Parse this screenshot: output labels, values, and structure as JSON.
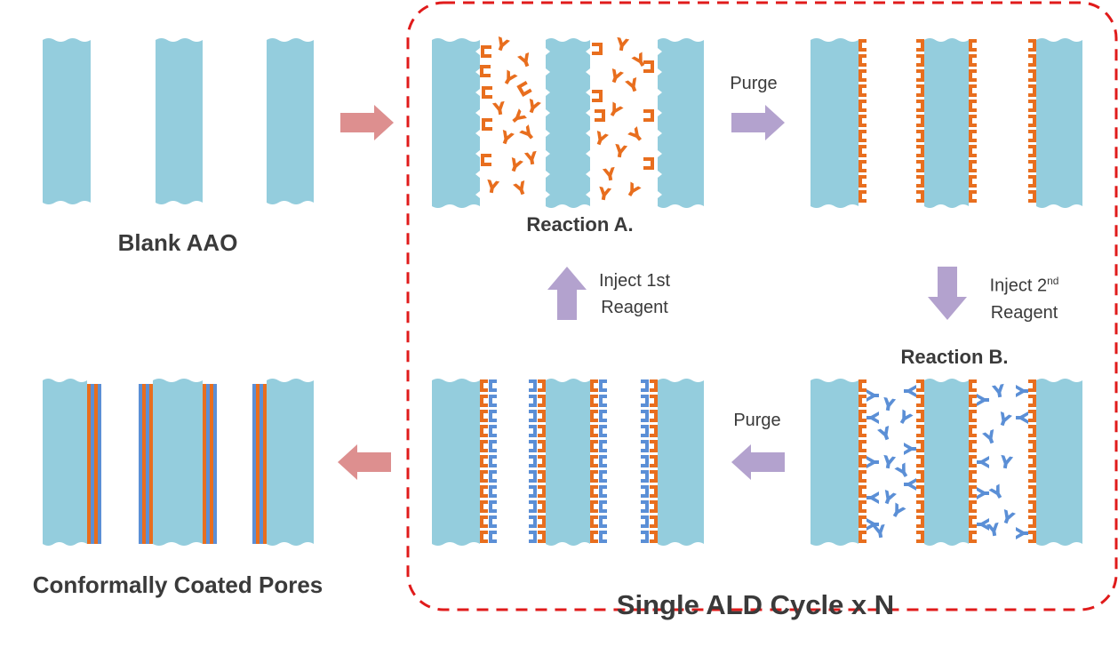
{
  "colors": {
    "substrate": "#94cddd",
    "precursor_a": "#e86e1e",
    "precursor_b": "#5b8fd6",
    "process_arrow": "#dd8f8f",
    "cycle_arrow": "#b3a2ce",
    "cycle_border": "#e01b1b",
    "text": "#3a3a3a"
  },
  "labels": {
    "blank": "Blank AAO",
    "reaction_a": "Reaction A.",
    "reaction_b": "Reaction B.",
    "purge_top": "Purge",
    "purge_bottom": "Purge",
    "inject1_line1": "Inject 1st",
    "inject1_line2": "Reagent",
    "inject2_line1": "Inject 2",
    "inject2_sup": "nd",
    "inject2_line2": "Reagent",
    "coated": "Conformally Coated Pores",
    "cycle": "Single ALD Cycle x N"
  },
  "icons": {
    "process_arrow": "right-arrow-icon",
    "cycle_arrow": "flow-arrow-icon"
  }
}
